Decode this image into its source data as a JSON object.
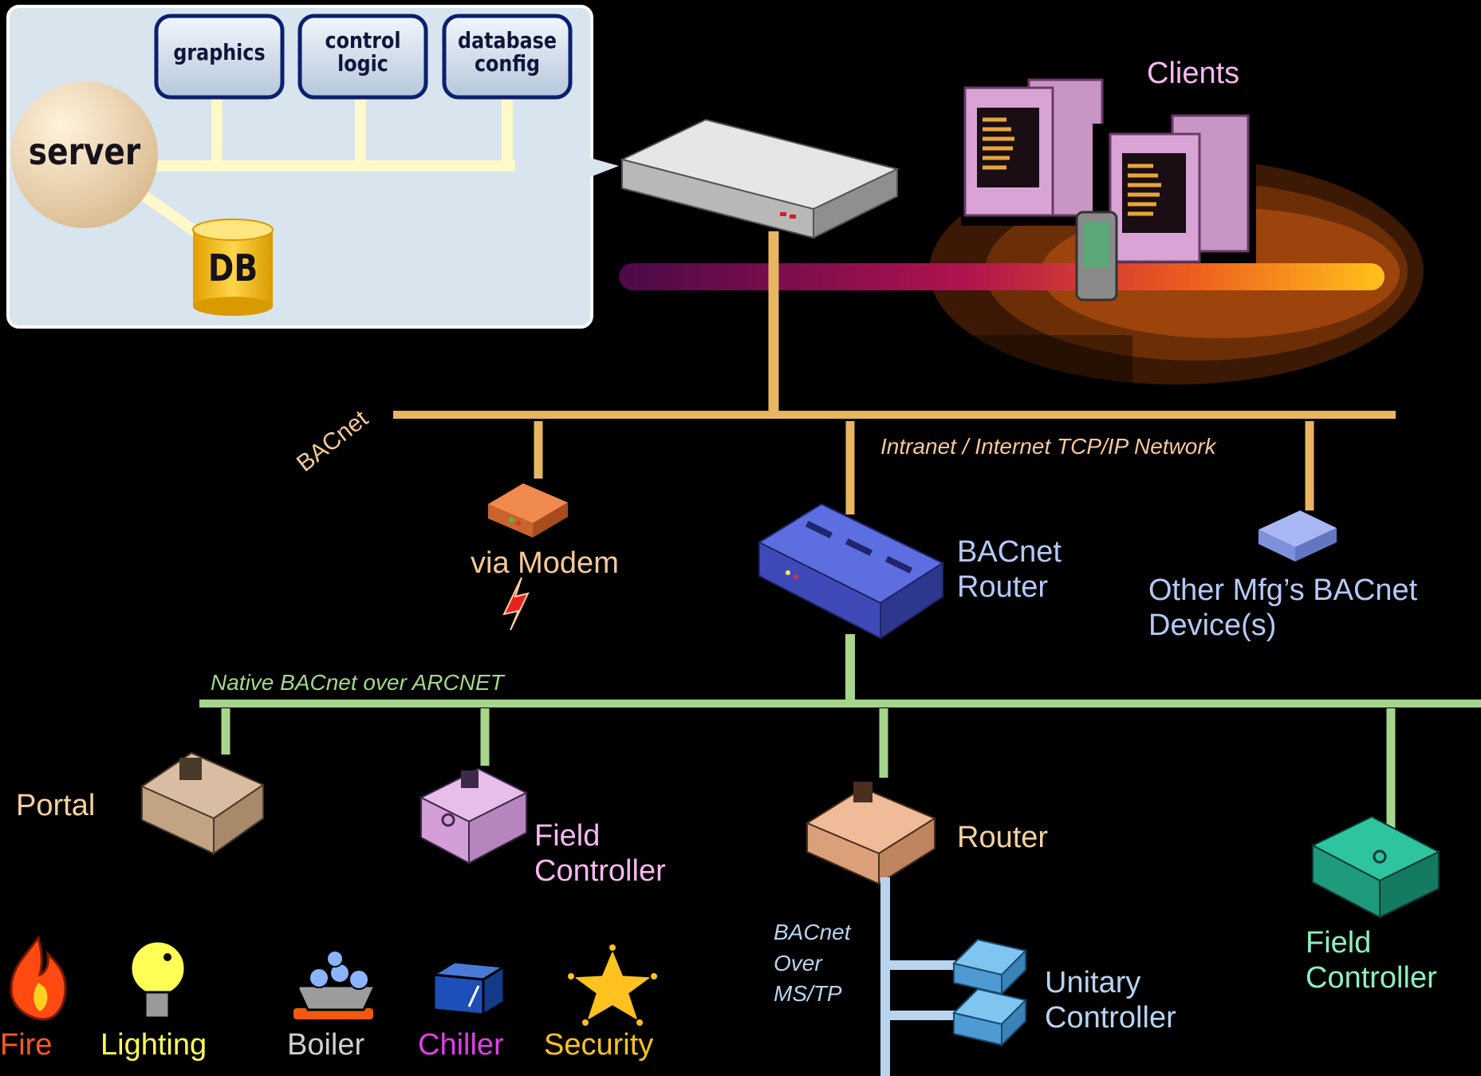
{
  "server_panel": {
    "modules": {
      "graphics": "graphics",
      "control_logic": "control\nlogic",
      "database_config": "database\nconfig"
    },
    "server": "server",
    "db": "DB"
  },
  "labels": {
    "clients": "Clients",
    "bacnet_diag": "BACnet",
    "intranet": "Intranet / Internet TCP/IP Network",
    "via_modem": "via Modem",
    "bacnet_router": "BACnet\nRouter",
    "other_mfg": "Other Mfg’s BACnet\nDevice(s)",
    "native_arcnet": "Native BACnet over ARCNET",
    "portal": "Portal",
    "field_controller_1": "Field\nController",
    "router": "Router",
    "field_controller_2": "Field\nController",
    "mstp": "BACnet\nOver\nMS/TP",
    "unitary": "Unitary\nController"
  },
  "systems": [
    {
      "label": "Fire",
      "color": "#ff5a1e",
      "icon": "fire-icon"
    },
    {
      "label": "Lighting",
      "color": "#ffff55",
      "icon": "light-bulb-icon"
    },
    {
      "label": "Boiler",
      "color": "#cfcfcf",
      "icon": "boiler-icon"
    },
    {
      "label": "Chiller",
      "color": "#e23ee8",
      "icon": "chiller-icon"
    },
    {
      "label": "Security",
      "color": "#ffc21e",
      "icon": "security-star-icon"
    }
  ],
  "colors": {
    "tcpip_line": "#e8b560",
    "arcnet_line": "#a6d68c",
    "mstp_line": "#b8d4ee",
    "panel_bg": "#d8e4ee",
    "label_peach": "#f5c99b",
    "label_pink": "#f7b8f3",
    "label_blue": "#b6c8f6",
    "label_green": "#8cf0bf",
    "label_tan": "#f3d1a2"
  }
}
